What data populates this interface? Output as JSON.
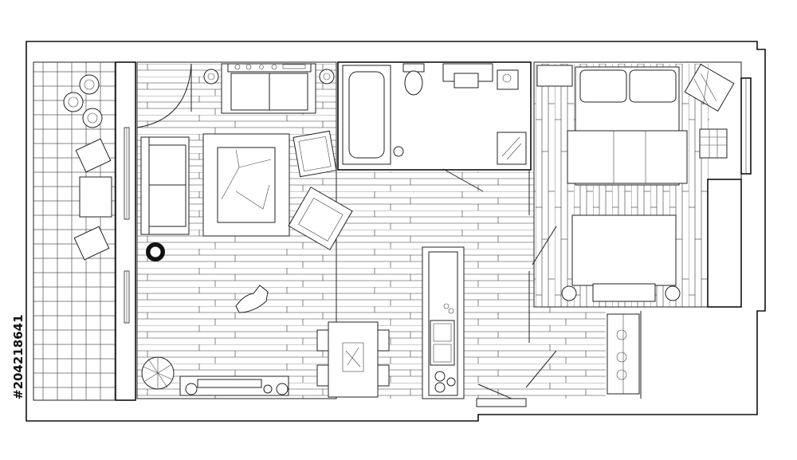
{
  "stock_id": "#204218641",
  "colors": {
    "line": "#222222",
    "background": "#ffffff"
  },
  "rooms": [
    {
      "name": "balcony-tiles"
    },
    {
      "name": "living-room"
    },
    {
      "name": "bathroom"
    },
    {
      "name": "bedroom"
    },
    {
      "name": "kitchen-corridor"
    }
  ]
}
